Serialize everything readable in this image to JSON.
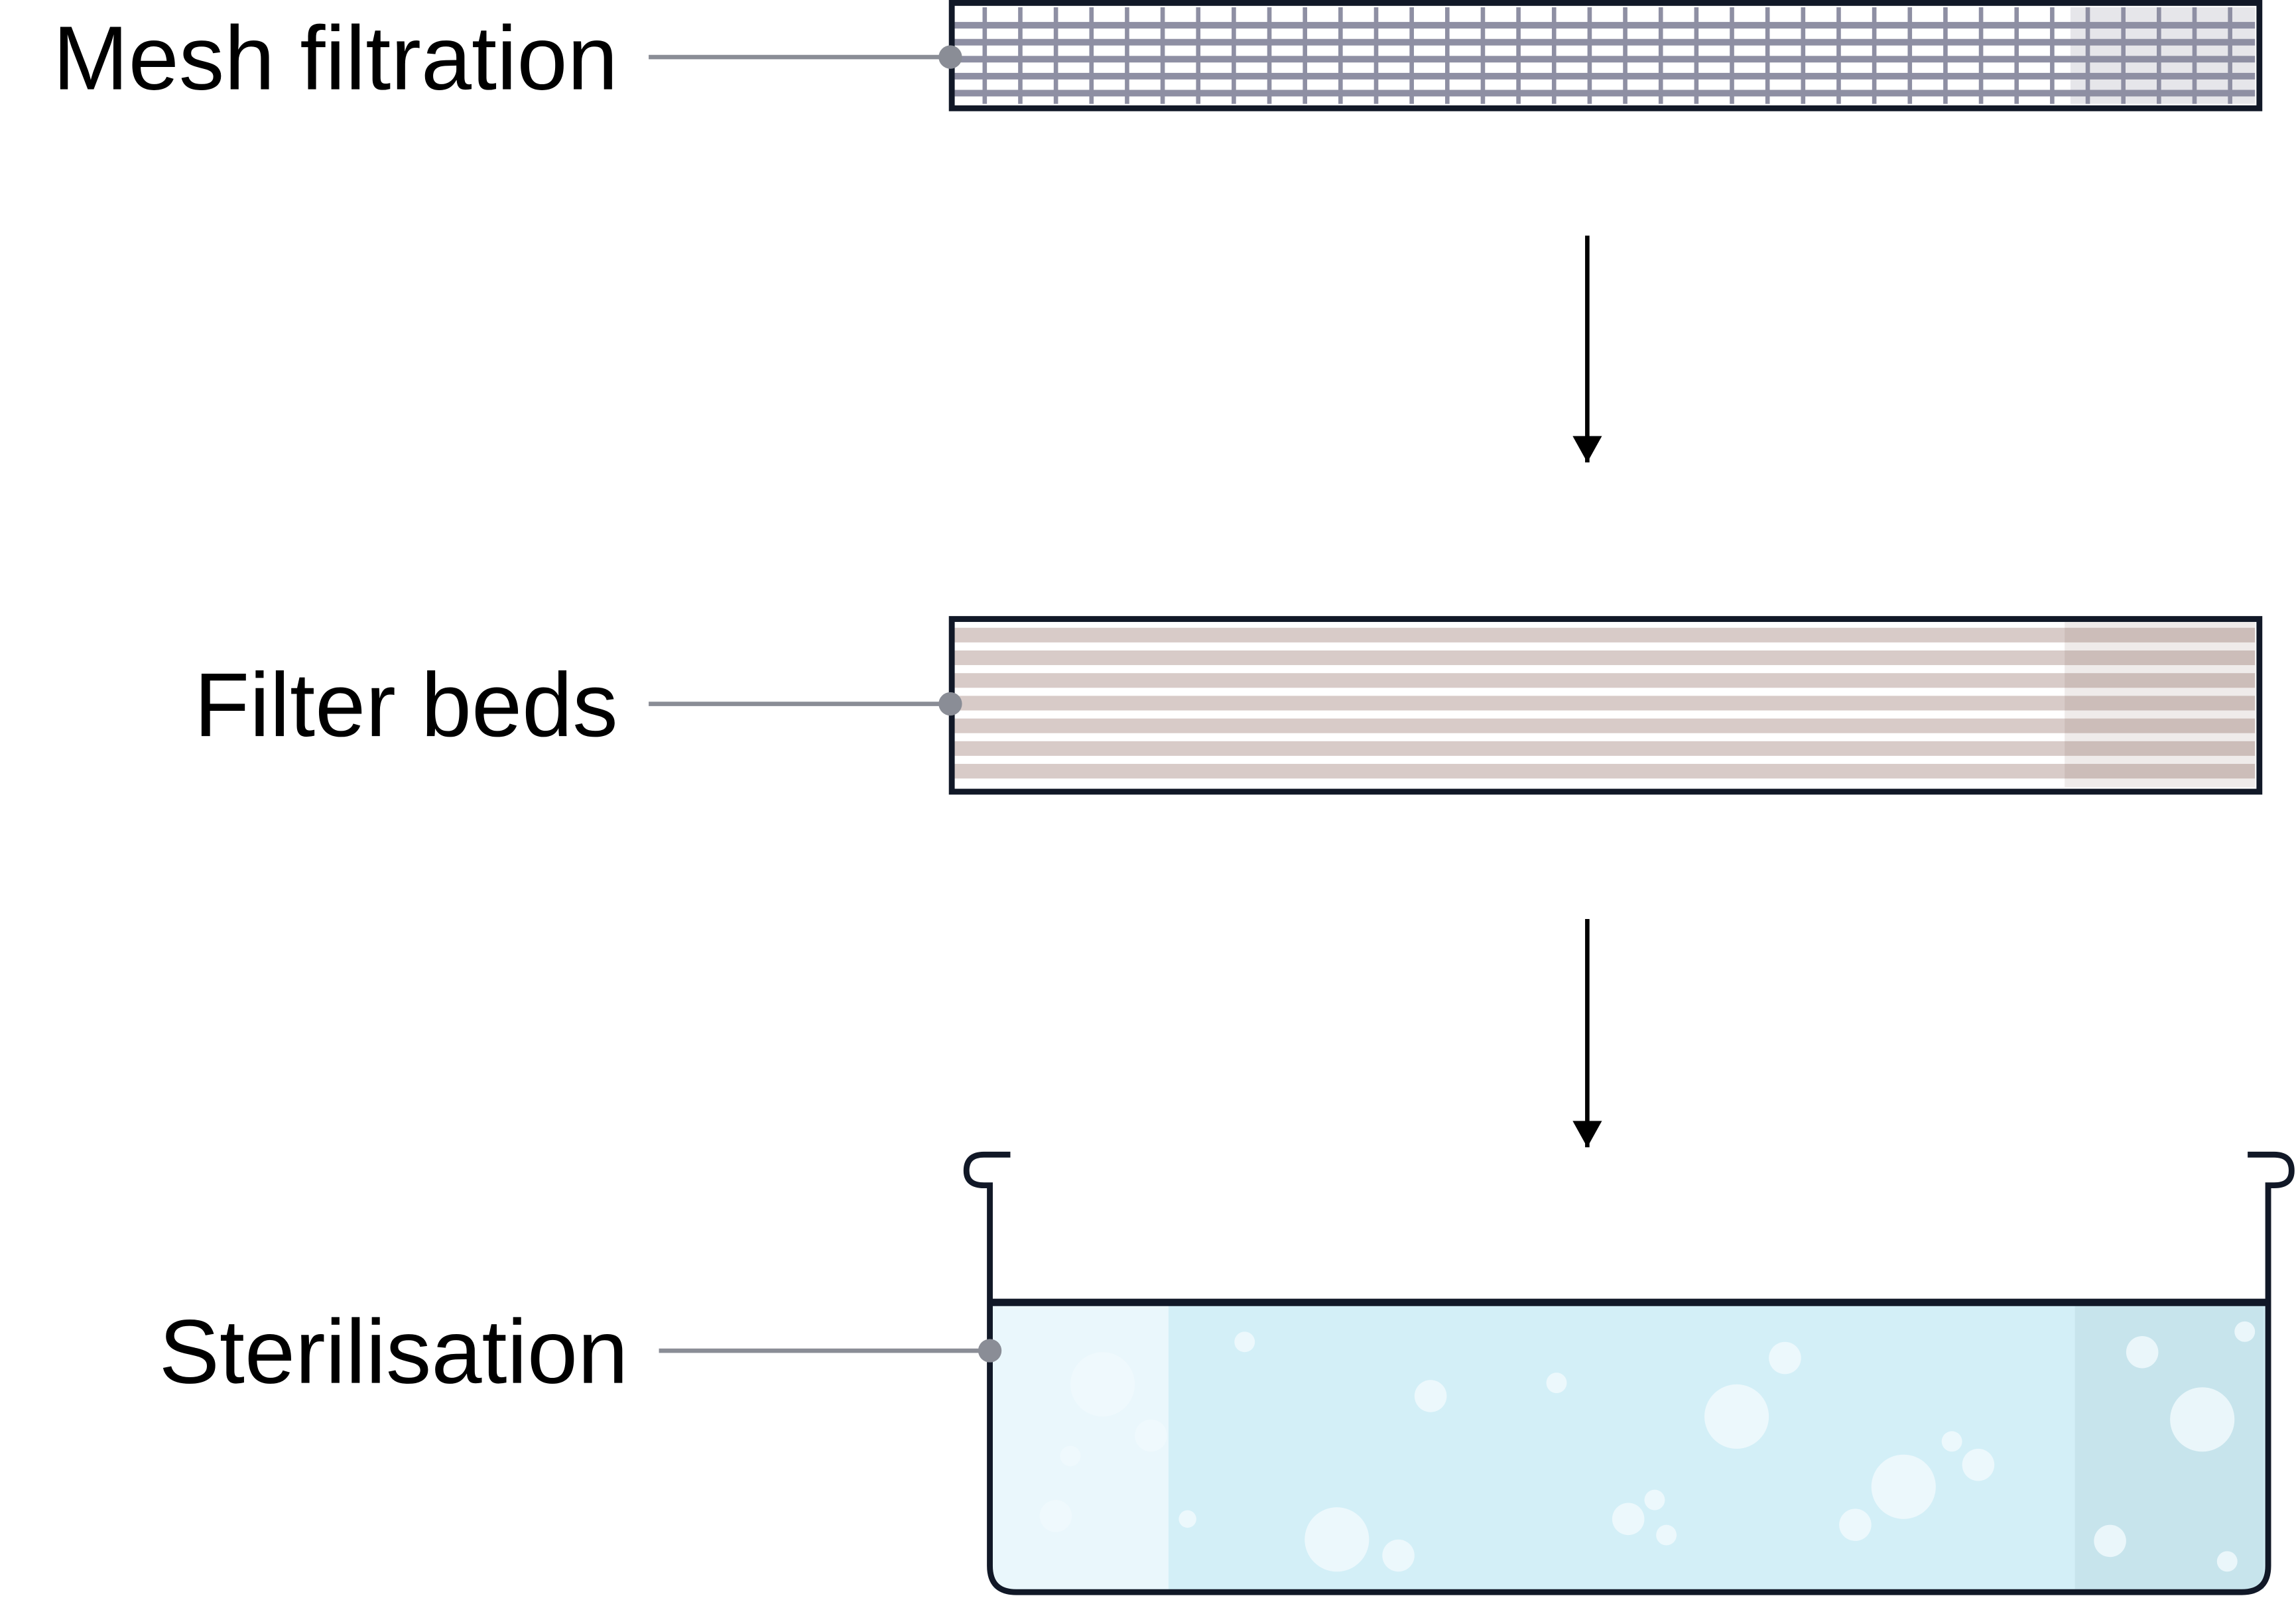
{
  "stages": [
    {
      "id": "mesh",
      "label": "Mesh filtration"
    },
    {
      "id": "beds",
      "label": "Filter beds"
    },
    {
      "id": "steril",
      "label": "Sterilisation"
    }
  ],
  "colors": {
    "outline": "#111827",
    "leader": "#8a8d96",
    "mesh_line": "#8e8fa3",
    "mesh_shade": "#e6e6ea",
    "bed_stripe": "#d8cbc8",
    "bed_shade": "#c8bcbb",
    "water": "#d3eff7",
    "water_light": "#eaf7fc",
    "water_dark": "#c7e4ec",
    "bubble": "#f0f9fd"
  }
}
